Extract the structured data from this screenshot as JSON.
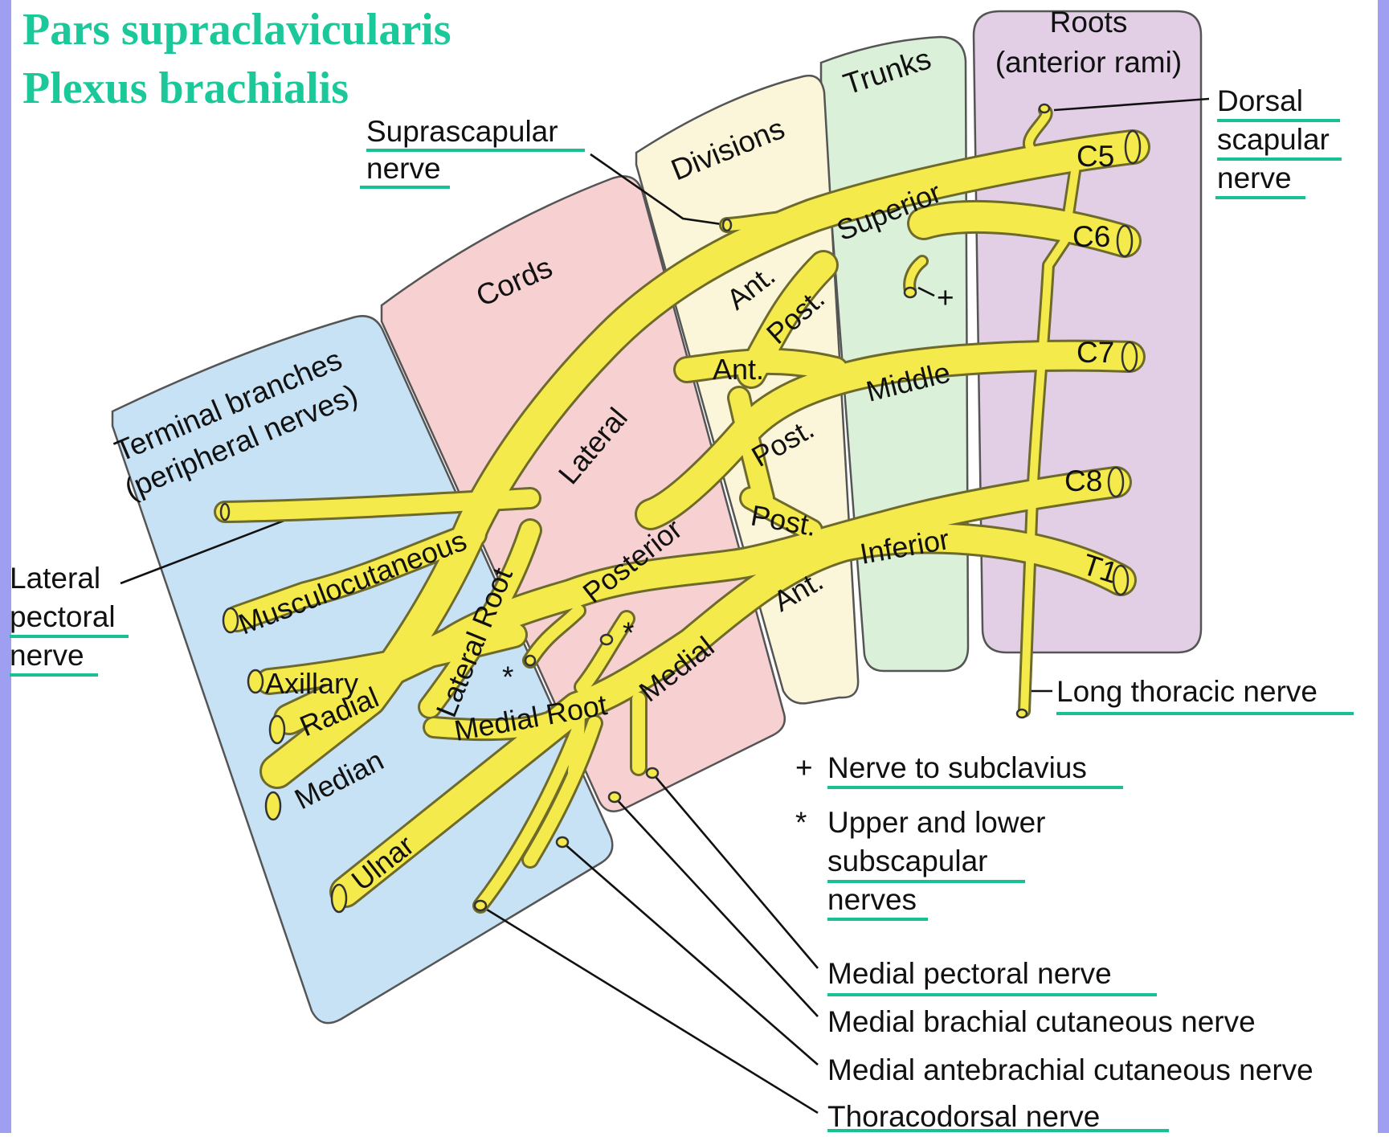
{
  "title": {
    "line1": "Pars supraclavicularis",
    "line2": "Plexus brachialis"
  },
  "regions": {
    "terminal_line1": "Terminal branches",
    "terminal_line2": "(peripheral nerves)",
    "cords": "Cords",
    "divisions": "Divisions",
    "trunks": "Trunks",
    "roots_line1": "Roots",
    "roots_line2": "(anterior rami)"
  },
  "roots": {
    "c5": "C5",
    "c6": "C6",
    "c7": "C7",
    "c8": "C8",
    "t1": "T1"
  },
  "trunks": {
    "superior": "Superior",
    "middle": "Middle",
    "inferior": "Inferior"
  },
  "divisions": {
    "ant_sup": "Ant.",
    "post_sup": "Post.",
    "ant_mid": "Ant.",
    "post_mid": "Post.",
    "post_inf": "Post.",
    "ant_inf": "Ant."
  },
  "cords": {
    "lateral": "Lateral",
    "posterior": "Posterior",
    "medial": "Medial"
  },
  "roots_of_median": {
    "lateral_root": "Lateral Root",
    "medial_root": "Medial Root"
  },
  "terminal": {
    "musculocutaneous": "Musculocutaneous",
    "axillary": "Axillary",
    "radial": "Radial",
    "median": "Median",
    "ulnar": "Ulnar"
  },
  "labels": {
    "suprascapular_1": "Suprascapular",
    "suprascapular_2": "nerve",
    "dorsal_1": "Dorsal",
    "dorsal_2": "scapular",
    "dorsal_3": "nerve",
    "lat_pect_1": "Lateral",
    "lat_pect_2": "pectoral",
    "lat_pect_3": "nerve",
    "long_thoracic": "Long thoracic nerve",
    "medial_pectoral": "Medial pectoral nerve",
    "medial_brachial": "Medial brachial cutaneous nerve",
    "medial_antebrachial": "Medial antebrachial cutaneous nerve",
    "thoracodorsal": "Thoracodorsal nerve"
  },
  "legend": {
    "plus_symbol": "+",
    "plus_text": "Nerve to subclavius",
    "star_symbol": "*",
    "star_text_1": "Upper and lower",
    "star_text_2": "subscapular",
    "star_text_3": "nerves"
  },
  "marks": {
    "plus": "+",
    "star": "*"
  },
  "colors": {
    "frame": "#9f9ff2",
    "title": "#1bc89a",
    "underline": "#18c094",
    "terminal_zone": "#c7e2f5",
    "cords_zone": "#f7d1d1",
    "divisions_zone": "#fbf6d9",
    "trunks_zone": "#daf0d8",
    "roots_zone": "#e2cfe6",
    "nerve": "#f4ea4c"
  }
}
